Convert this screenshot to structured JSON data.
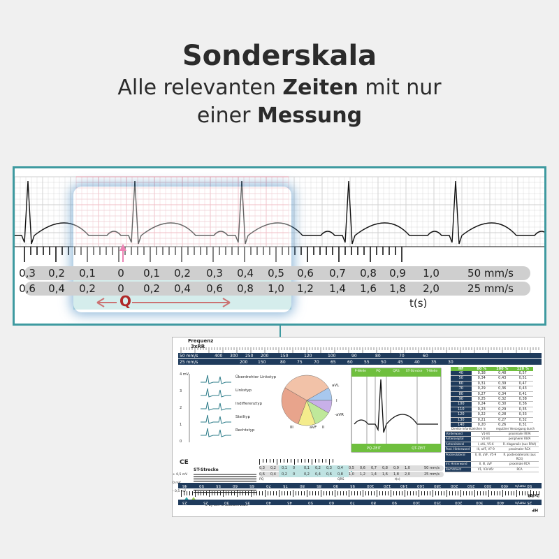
{
  "headline": {
    "title": "Sonderskala",
    "line1_pre": "Alle relevanten ",
    "line1_bold": "Zeiten",
    "line1_post": " mit nur",
    "line2_pre": "einer ",
    "line2_bold": "Messung"
  },
  "zoom": {
    "row50": {
      "values": [
        "0,3",
        "0,2",
        "0,1",
        "0",
        "0,1",
        "0,2",
        "0,3",
        "0,4",
        "0,5",
        "0,6",
        "0,7",
        "0,8",
        "0,9",
        "1,0"
      ],
      "unit": "50 mm/s"
    },
    "row25": {
      "values": [
        "0,6",
        "0,4",
        "0,2",
        "0",
        "0,2",
        "0,4",
        "0,6",
        "0,8",
        "1,0",
        "1,2",
        "1,4",
        "1,6",
        "1,8",
        "2,0"
      ],
      "unit": "25 mm/s"
    },
    "time_label": "t(s)",
    "q_label": "Q",
    "colors": {
      "frame": "#3e9aa0",
      "grid": "#e89aa6",
      "arrow": "#b02828",
      "marker": "#e0408a",
      "band": "#bfe3e2"
    }
  },
  "card": {
    "frequency_title": "Frequenz",
    "frequency_sub": "3xRR",
    "ruler_top_50": {
      "unit": "50 mm/s",
      "values": [
        "400",
        "300",
        "250",
        "200"
      ]
    },
    "ruler_top_25": {
      "unit": "25 mm/s",
      "values": [
        "200",
        "150"
      ]
    },
    "ruler_top_right": [
      "80",
      "75",
      "70",
      "65",
      "60",
      "55",
      "50",
      "45",
      "40",
      "35",
      "30"
    ],
    "ruler_top_right2": [
      "150",
      "120",
      "100",
      "90",
      "80",
      "70",
      "60"
    ],
    "axis_types": [
      "Überdrehter Linkstyp",
      "Linkstyp",
      "Indifferenztyp",
      "Steiltyp",
      "Rechtstyp"
    ],
    "mv_labels": [
      "4 mV",
      "3",
      "2",
      "1",
      "0"
    ],
    "st_title": "ST-Strecke",
    "st_labels": [
      "+ 0,5 mV",
      "0 mV",
      "- 0,5 mV"
    ],
    "ce_mark": "CE",
    "copyright": "© by WM Hi solutions 2024",
    "wheel_labels": [
      "aVL",
      "I",
      "-aVR",
      "aVF",
      "III",
      "II"
    ],
    "wave_headers": [
      "P-Welle",
      "PQ",
      "QRS",
      "ST-Strecke",
      "T-Welle"
    ],
    "wave_footers": [
      "PQ-ZEIT",
      "QT-ZEIT"
    ],
    "table_headers": [
      "HF",
      "80 %",
      "100 %",
      "120 %"
    ],
    "table_rows": [
      [
        "40",
        "0,38",
        "0,48",
        "0,57"
      ],
      [
        "50",
        "0,34",
        "0,43",
        "0,51"
      ],
      [
        "60",
        "0,31",
        "0,39",
        "0,47"
      ],
      [
        "70",
        "0,29",
        "0,36",
        "0,43"
      ],
      [
        "80",
        "0,27",
        "0,34",
        "0,41"
      ],
      [
        "90",
        "0,25",
        "0,32",
        "0,38"
      ],
      [
        "100",
        "0,24",
        "0,30",
        "0,36"
      ],
      [
        "110",
        "0,23",
        "0,29",
        "0,35"
      ],
      [
        "120",
        "0,22",
        "0,28",
        "0,33"
      ],
      [
        "130",
        "0,21",
        "0,27",
        "0,32"
      ],
      [
        "140",
        "0,20",
        "0,26",
        "0,31"
      ]
    ],
    "infarct_header": [
      "Direkte Infarktzeichen in",
      "regulärer Versorgung durch"
    ],
    "infarct_rows": [
      [
        "Vorderwand",
        "V1-V4",
        "proximaler RIVA"
      ],
      [
        "Anteroseptal",
        "V1-V4",
        "peripherer RIVA"
      ],
      [
        "Anterolateral",
        "I, aVL, V5-6",
        "R. diagonalis (aus RIVA)"
      ],
      [
        "Post. Hinterwand",
        "III, aVF, V7-9",
        "proximaler RCX"
      ],
      [
        "Posterolateral",
        "II, III, aVF, V5-9",
        "R. posterolateralis (aus RCX)"
      ],
      [
        "Inf. Hinterwand",
        "II, III, aVF",
        "proximale RCA"
      ],
      [
        "Rechtsherz",
        "V1, V3r-V6r",
        "RCA"
      ]
    ],
    "mini_scale_50": [
      "0,3",
      "0,2",
      "0,1",
      "0",
      "0,1",
      "0,2",
      "0,3",
      "0,4",
      "0,5",
      "0,6",
      "0,7",
      "0,8",
      "0,9",
      "1,0"
    ],
    "mini_scale_25": [
      "0,6",
      "0,4",
      "0,2",
      "0",
      "0,2",
      "0,4",
      "0,6",
      "0,8",
      "1,0",
      "1,2",
      "1,4",
      "1,6",
      "1,8",
      "2,0"
    ],
    "mini_units": [
      "50 mm/s",
      "25 mm/s"
    ],
    "mini_labels": [
      "PQ",
      "QRS",
      "t(s)"
    ],
    "bottom_ruler": {
      "unit1": "25 mm/s",
      "unit2": "50 mm/s",
      "rr": "2xRR",
      "hf": "HF",
      "row1": [
        "46",
        "50",
        "55",
        "60",
        "65",
        "70",
        "75",
        "80",
        "85",
        "90",
        "95",
        "100",
        "120",
        "140",
        "160",
        "180",
        "200",
        "250",
        "300",
        "400"
      ],
      "row2": [
        "23",
        "25",
        "30",
        "35",
        "40",
        "45",
        "50",
        "60",
        "70",
        "80",
        "90",
        "100",
        "150",
        "200",
        "300",
        "400"
      ]
    }
  }
}
